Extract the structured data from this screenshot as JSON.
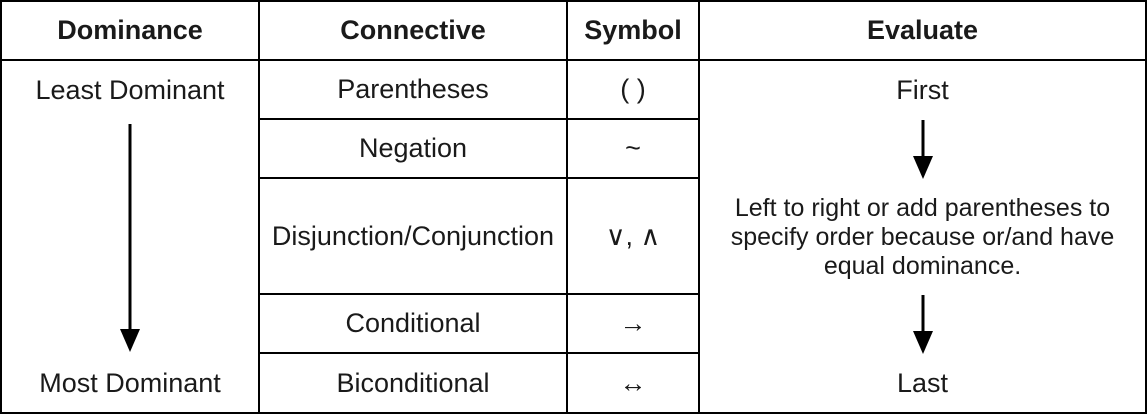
{
  "headers": {
    "dominance": "Dominance",
    "connective": "Connective",
    "symbol": "Symbol",
    "evaluate": "Evaluate"
  },
  "dominance_column": {
    "top_label": "Least Dominant",
    "bottom_label": "Most Dominant",
    "arrow": "down-arrow"
  },
  "rows": [
    {
      "connective": "Parentheses",
      "symbol": "( )"
    },
    {
      "connective": "Negation",
      "symbol": "~"
    },
    {
      "connective": "Disjunction/Conjunction",
      "symbol": "∨, ∧"
    },
    {
      "connective": "Conditional",
      "symbol": "→"
    },
    {
      "connective": "Biconditional",
      "symbol": "↔"
    }
  ],
  "evaluate_column": {
    "top_label": "First",
    "middle_lines": [
      "Left to right or add parentheses to",
      "specify order because or/and have",
      "equal dominance."
    ],
    "middle_full_text": "Left to right or add parentheses to specify order because or/and have equal dominance.",
    "bottom_label": "Last",
    "arrows": [
      "down-arrow",
      "down-arrow"
    ]
  },
  "colors": {
    "border": "#000000",
    "text": "#1a1a1a",
    "background": "#ffffff",
    "arrow": "#000000"
  }
}
